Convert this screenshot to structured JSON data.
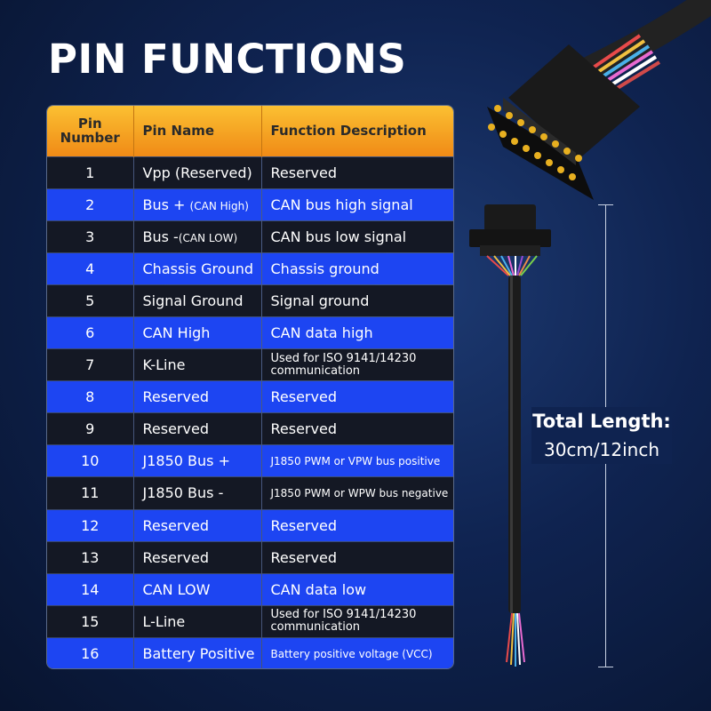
{
  "title": "PIN FUNCTIONS",
  "table": {
    "headers": [
      "Pin Number",
      "Pin Name",
      "Function Description"
    ],
    "rows": [
      {
        "num": "1",
        "name": "Vpp (Reserved)",
        "desc": "Reserved"
      },
      {
        "num": "2",
        "name": "Bus +",
        "name_sub": "(CAN High)",
        "desc": "CAN bus high signal"
      },
      {
        "num": "3",
        "name": "Bus -",
        "name_sub": "(CAN LOW)",
        "desc": "CAN bus low signal"
      },
      {
        "num": "4",
        "name": "Chassis Ground",
        "desc": "Chassis ground"
      },
      {
        "num": "5",
        "name": "Signal Ground",
        "desc": "Signal ground"
      },
      {
        "num": "6",
        "name": "CAN High",
        "desc": "CAN data high"
      },
      {
        "num": "7",
        "name": "K-Line",
        "desc": "Used for ISO 9141/14230 communication"
      },
      {
        "num": "8",
        "name": "Reserved",
        "desc": "Reserved"
      },
      {
        "num": "9",
        "name": "Reserved",
        "desc": "Reserved"
      },
      {
        "num": "10",
        "name": "J1850 Bus +",
        "desc": "J1850 PWM or VPW bus positive"
      },
      {
        "num": "11",
        "name": "J1850 Bus -",
        "desc": "J1850 PWM or WPW bus negative"
      },
      {
        "num": "12",
        "name": "Reserved",
        "desc": "Reserved"
      },
      {
        "num": "13",
        "name": "Reserved",
        "desc": "Reserved"
      },
      {
        "num": "14",
        "name": "CAN LOW",
        "desc": "CAN data low"
      },
      {
        "num": "15",
        "name": "L-Line",
        "desc": "Used for ISO 9141/14230 communication"
      },
      {
        "num": "16",
        "name": "Battery Positive",
        "desc": "Battery positive voltage (VCC)"
      }
    ]
  },
  "length": {
    "label": "Total Length:",
    "value": "30cm/12inch"
  },
  "colors": {
    "header_gradient_top": "#fbc032",
    "header_gradient_bottom": "#f08a16",
    "row_dark": "#141824",
    "row_blue": "#1d45f2"
  }
}
